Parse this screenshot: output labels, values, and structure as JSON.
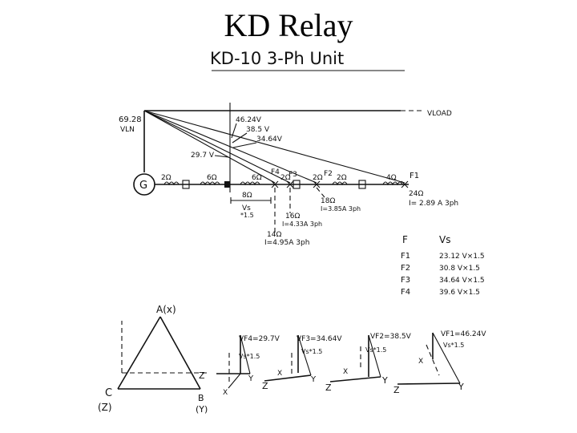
{
  "title": "KD Relay",
  "subtitle": "KD-10  3-Ph  Unit",
  "voltage_diagram": {
    "source_voltage": "69.28",
    "source_label": "VLN",
    "load_label": "VLOAD",
    "v_levels": [
      "46.24V",
      "38.5 V",
      "34.64V",
      "29.7 V"
    ],
    "generator_label": "G",
    "imp_2a": "2Ω",
    "imp_6a": "6Ω",
    "imp_6b": "6Ω",
    "imp_2b": "2Ω",
    "imp_2c": "2Ω",
    "imp_2d": "2Ω",
    "imp_4": "4Ω",
    "imp_8": "8Ω",
    "vs_label": "Vs",
    "vs_mult": "*1.5",
    "fault_f1": "F1",
    "fault_f2": "F2",
    "fault_f3": "F3",
    "fault_f4": "F4",
    "f1_z": "24Ω",
    "f1_i": "I= 2.89 A  3ph",
    "f2_z": "18Ω",
    "f2_i": "I=3.85A 3ph",
    "f3_z": "16Ω",
    "f3_i": "I=4.33A 3ph",
    "f4_z": "14Ω",
    "f4_i": "I=4.95A  3ph"
  },
  "vs_table": {
    "headers": [
      "F",
      "Vs"
    ],
    "rows": [
      {
        "f": "F1",
        "vs": "23.12 V×1.5"
      },
      {
        "f": "F2",
        "vs": "30.8 V×1.5"
      },
      {
        "f": "F3",
        "vs": "34.64 V×1.5"
      },
      {
        "f": "F4",
        "vs": "39.6 V×1.5"
      }
    ]
  },
  "phasor_main": {
    "a_label": "A(x)",
    "b_label": "B",
    "b_sub": "(Y)",
    "c_label": "C",
    "c_sub": "(Z)"
  },
  "phasors": [
    {
      "vf": "VF4=29.7V",
      "vs": "Vs*1.5",
      "x": "X",
      "y": "Y",
      "z": "Z"
    },
    {
      "vf": "VF3=34.64V",
      "vs": "Vs*1.5",
      "x": "X",
      "y": "Y",
      "z": "Z"
    },
    {
      "vf": "VF2=38.5V",
      "vs": "Vs*1.5",
      "x": "X",
      "y": "Y",
      "z": "Z"
    },
    {
      "vf": "VF1=46.24V",
      "vs": "Vs*1.5",
      "x": "X",
      "y": "Y",
      "z": "Z"
    }
  ]
}
